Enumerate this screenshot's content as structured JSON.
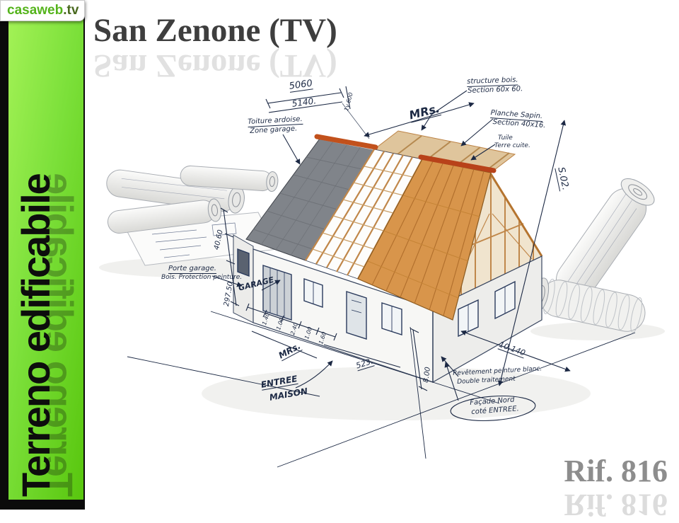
{
  "logo": {
    "brand": "casaweb",
    "tld": ".tv"
  },
  "sidebar": {
    "label": "Terreno edificabile"
  },
  "header": {
    "title": "San Zenone (TV)"
  },
  "reference": {
    "label": "Rif. 816"
  },
  "colors": {
    "banner_green": "#7ce03a",
    "ink_navy": "#1c2944",
    "roof_wood": "#d8954b",
    "roof_slate": "#80848a",
    "ridge_terracotta": "#c2511c",
    "title_gray": "#3e3e3e",
    "reference_gray": "#8d8d8d",
    "logo_green": "#55b41c"
  },
  "illustration": {
    "labels": [
      "5060",
      "5140.",
      "1v.600",
      "Toiture ardoise.",
      "Zone garage.",
      "MRs.",
      "structure bois.",
      "Section 60x 60.",
      "Planche Sapin.",
      "Section 40x16.",
      "Tuile",
      "Terre cuite.",
      "S.02.",
      "Porte garage.",
      "Bois. Protection peinture.",
      "GARAGE",
      "40.60",
      "297.50",
      "1.40",
      "1.00",
      "2.40",
      "1.00",
      "1.60",
      "MRs.",
      "523.",
      "8.00",
      "ENTREE",
      "MAISON",
      "10.140",
      "Revêtement peinture blanc.",
      "Double traitement",
      "Façade Nord",
      "coté ENTREE."
    ]
  }
}
